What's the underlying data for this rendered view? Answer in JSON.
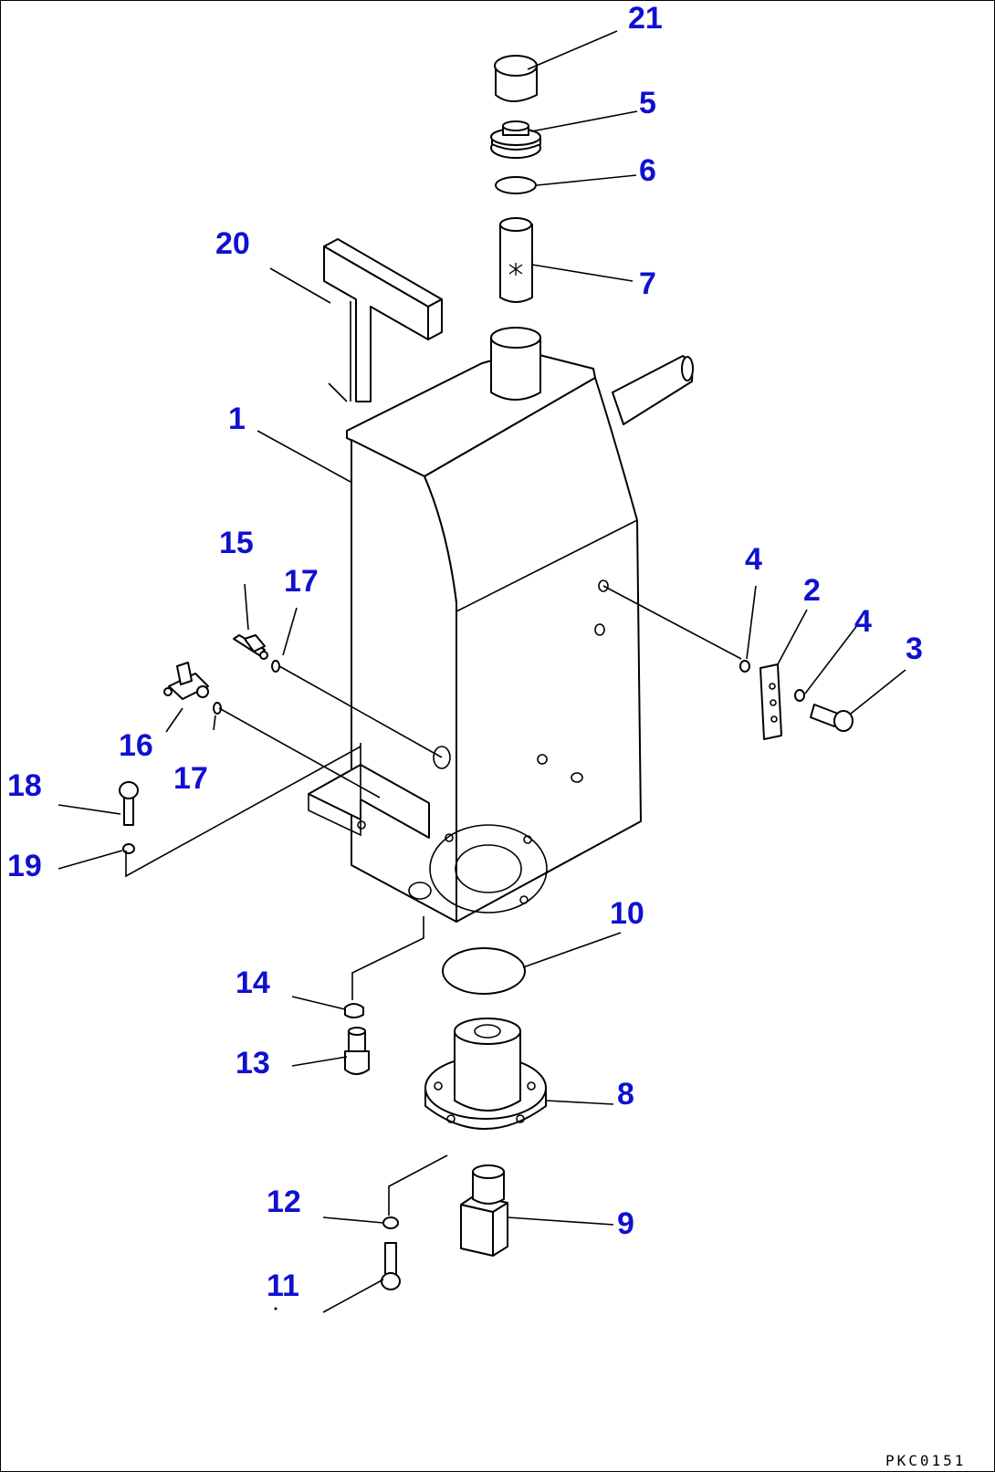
{
  "drawing": {
    "code": "PKC0151",
    "callouts": [
      {
        "id": "c21",
        "text": "21"
      },
      {
        "id": "c5",
        "text": "5"
      },
      {
        "id": "c6",
        "text": "6"
      },
      {
        "id": "c7",
        "text": "7"
      },
      {
        "id": "c20",
        "text": "20"
      },
      {
        "id": "c1",
        "text": "1"
      },
      {
        "id": "c15",
        "text": "15"
      },
      {
        "id": "c17a",
        "text": "17"
      },
      {
        "id": "c16",
        "text": "16"
      },
      {
        "id": "c17b",
        "text": "17"
      },
      {
        "id": "c18",
        "text": "18"
      },
      {
        "id": "c19",
        "text": "19"
      },
      {
        "id": "c4a",
        "text": "4"
      },
      {
        "id": "c2",
        "text": "2"
      },
      {
        "id": "c4b",
        "text": "4"
      },
      {
        "id": "c3",
        "text": "3"
      },
      {
        "id": "c10",
        "text": "10"
      },
      {
        "id": "c14",
        "text": "14"
      },
      {
        "id": "c13",
        "text": "13"
      },
      {
        "id": "c8",
        "text": "8"
      },
      {
        "id": "c12",
        "text": "12"
      },
      {
        "id": "c9",
        "text": "9"
      },
      {
        "id": "c11",
        "text": "11"
      }
    ]
  }
}
